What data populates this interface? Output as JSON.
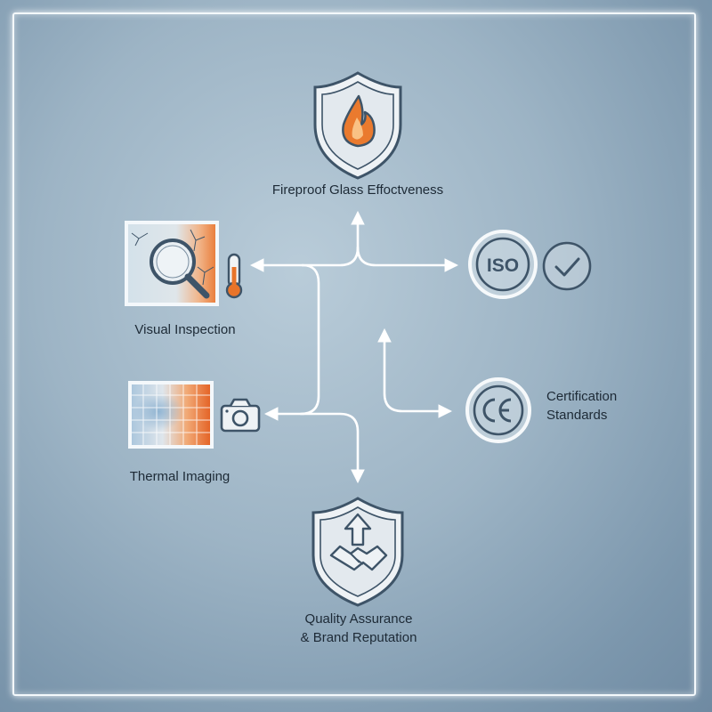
{
  "diagram": {
    "top_node": {
      "label": "Fireproof Glass Effoctveness",
      "icon": "fire-shield-icon"
    },
    "left_nodes": [
      {
        "label": "Visual Inspection",
        "icon": "magnifier-cracked-glass-icon",
        "side_icon": "thermometer-icon"
      },
      {
        "label": "Thermal Imaging",
        "icon": "thermal-grid-icon",
        "side_icon": "camera-icon"
      }
    ],
    "right_nodes": [
      {
        "label": "",
        "icon": "iso-badge-icon",
        "icon_text": "ISO",
        "side_icon": "checkmark-circle-icon"
      },
      {
        "label_line1": "Certification",
        "label_line2": "Standards",
        "icon": "ce-badge-icon",
        "icon_text": "CE"
      }
    ],
    "bottom_node": {
      "label_line1": "Quality Assurance",
      "label_line2": "& Brand Reputation",
      "icon": "handshake-shield-icon"
    }
  },
  "colors": {
    "background": "#9db4c5",
    "accent_orange": "#e8742a",
    "icon_stroke": "#3e5468",
    "connector": "#ffffff"
  }
}
